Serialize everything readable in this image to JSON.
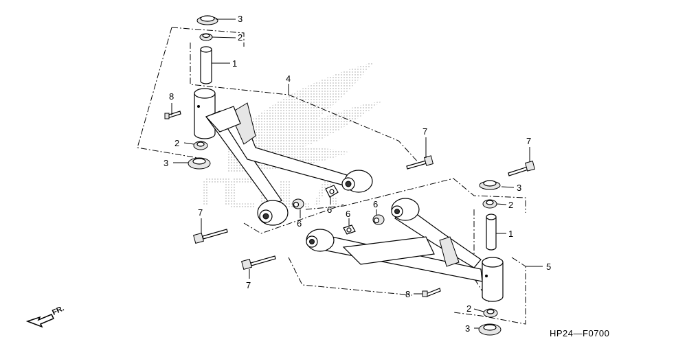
{
  "diagram": {
    "code": "HP24—F0700",
    "direction_label": "FR.",
    "callouts": {
      "c1": "1",
      "c2": "2",
      "c3": "3",
      "c4": "4",
      "c5": "5",
      "c6": "6",
      "c7": "7",
      "c8": "8"
    }
  }
}
